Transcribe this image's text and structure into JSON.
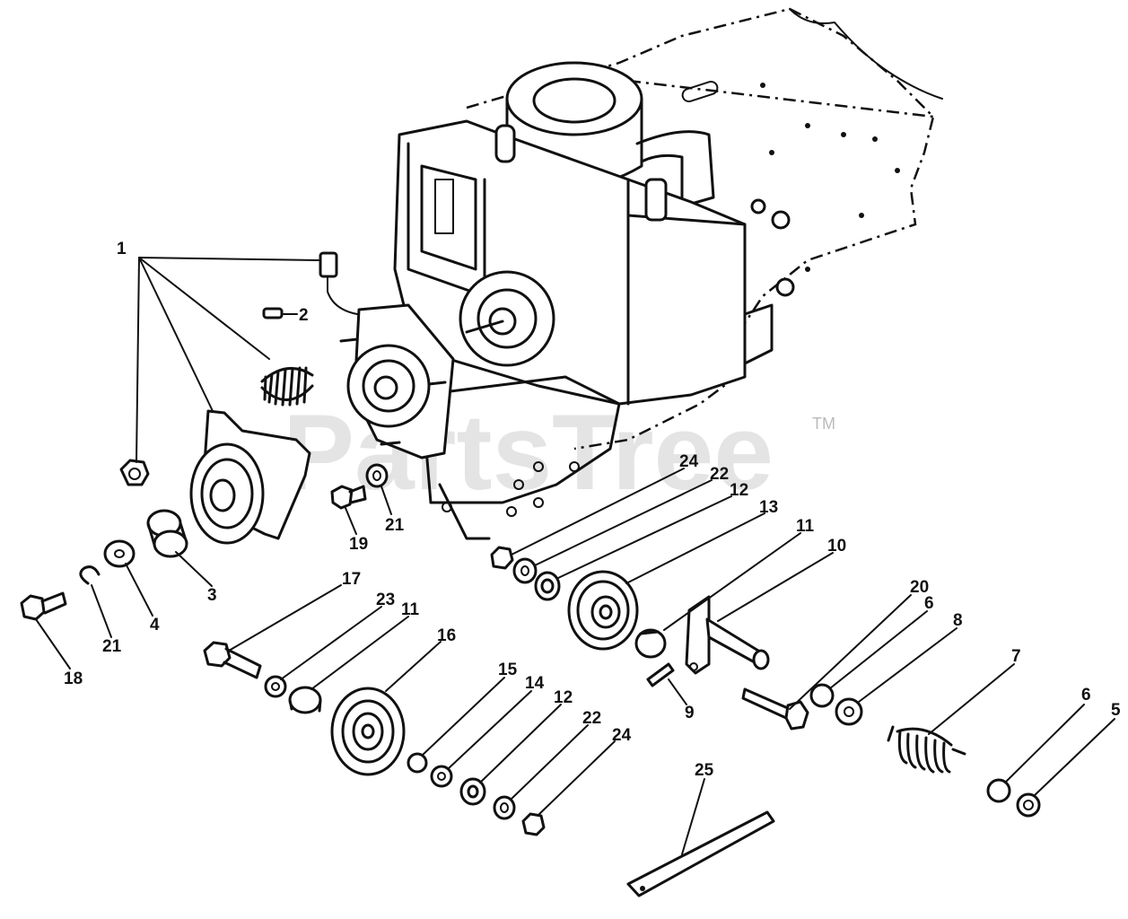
{
  "watermark": {
    "text": "PartsTree",
    "trademark": "TM"
  },
  "callouts": [
    {
      "id": "c1",
      "text": "1"
    },
    {
      "id": "c2",
      "text": "2"
    },
    {
      "id": "c3",
      "text": "3"
    },
    {
      "id": "c4",
      "text": "4"
    },
    {
      "id": "c5",
      "text": "5"
    },
    {
      "id": "c6a",
      "text": "6"
    },
    {
      "id": "c6b",
      "text": "6"
    },
    {
      "id": "c7",
      "text": "7"
    },
    {
      "id": "c8",
      "text": "8"
    },
    {
      "id": "c9",
      "text": "9"
    },
    {
      "id": "c10",
      "text": "10"
    },
    {
      "id": "c11a",
      "text": "11"
    },
    {
      "id": "c11b",
      "text": "11"
    },
    {
      "id": "c12a",
      "text": "12"
    },
    {
      "id": "c12b",
      "text": "12"
    },
    {
      "id": "c13",
      "text": "13"
    },
    {
      "id": "c14",
      "text": "14"
    },
    {
      "id": "c15",
      "text": "15"
    },
    {
      "id": "c16",
      "text": "16"
    },
    {
      "id": "c17",
      "text": "17"
    },
    {
      "id": "c18",
      "text": "18"
    },
    {
      "id": "c19",
      "text": "19"
    },
    {
      "id": "c20",
      "text": "20"
    },
    {
      "id": "c21a",
      "text": "21"
    },
    {
      "id": "c21b",
      "text": "21"
    },
    {
      "id": "c22a",
      "text": "22"
    },
    {
      "id": "c22b",
      "text": "22"
    },
    {
      "id": "c23",
      "text": "23"
    },
    {
      "id": "c24a",
      "text": "24"
    },
    {
      "id": "c24b",
      "text": "24"
    },
    {
      "id": "c25",
      "text": "25"
    }
  ]
}
